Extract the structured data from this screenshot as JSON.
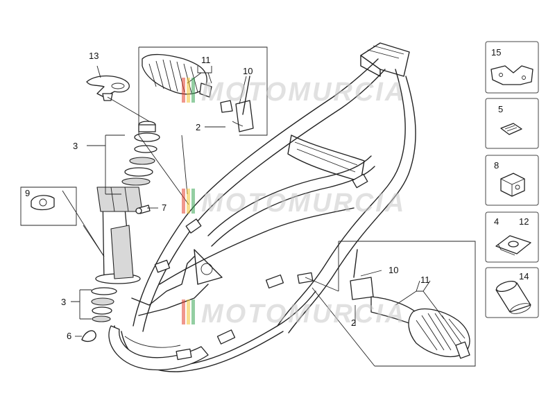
{
  "watermark": {
    "text": "MOTOMURCIA"
  },
  "callouts": {
    "c13": "13",
    "c3a": "3",
    "c9": "9",
    "c7": "7",
    "c3b": "3",
    "c6": "6",
    "c11a": "11",
    "c10a": "10",
    "c2a": "2",
    "c10b": "10",
    "c11b": "11",
    "c2b": "2",
    "c15": "15",
    "c5": "5",
    "c8": "8",
    "c4": "4",
    "c12": "12",
    "c14": "14"
  },
  "colors": {
    "watermark_red": "#e3412f",
    "watermark_yellow": "#f2c232",
    "watermark_green": "#3aa655",
    "line": "#222222"
  }
}
